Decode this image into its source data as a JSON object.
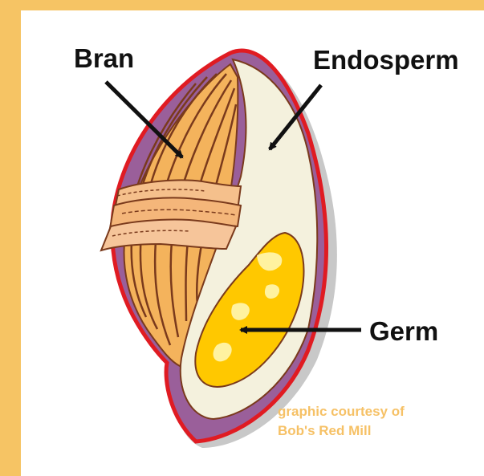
{
  "labels": {
    "bran": "Bran",
    "endosperm": "Endosperm",
    "germ": "Germ"
  },
  "credit": {
    "line1": "graphic courtesy of",
    "line2": "Bob's Red Mill"
  },
  "colors": {
    "frame": "#f6c464",
    "bran": "#f4b35c",
    "outline": "#e01b22",
    "endosperm": "#f4f1dd",
    "germ": "#ffc800",
    "credit": "#f6c166"
  }
}
